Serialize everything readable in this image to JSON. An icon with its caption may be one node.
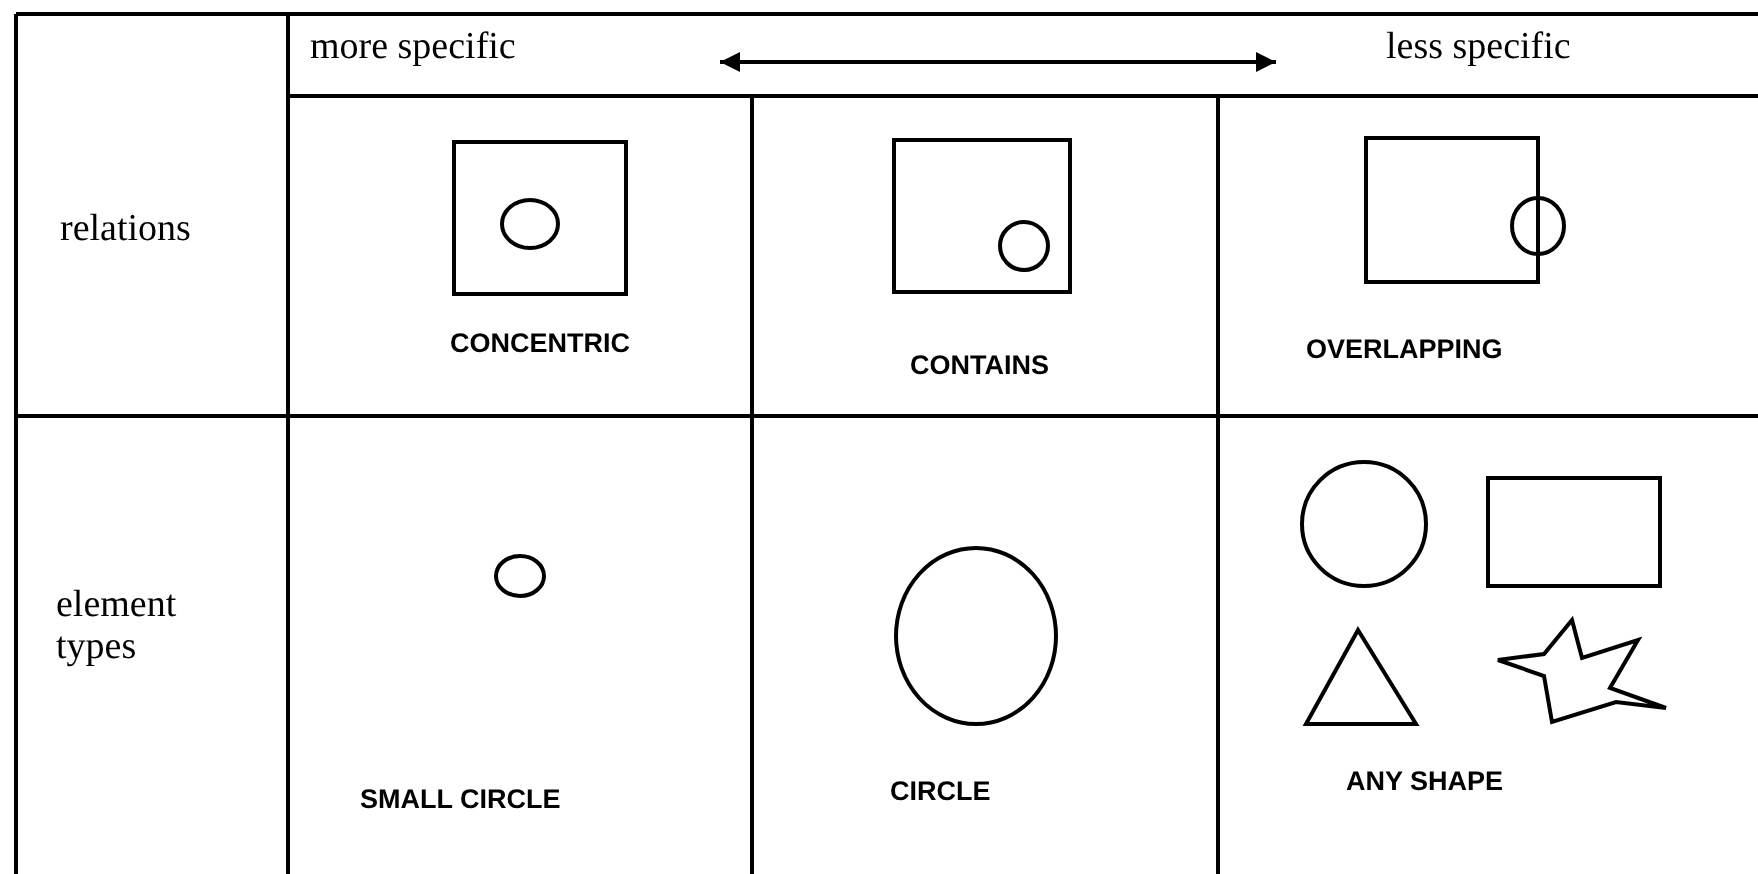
{
  "diagram": {
    "labels": [
      "more specific",
      "less specific",
      "relations",
      "CONCENTRIC",
      "CONTAINS",
      "OVERLAPPING",
      "element types",
      "SMALL CIRCLE",
      "CIRCLE",
      "ANY SHAPE"
    ]
  }
}
